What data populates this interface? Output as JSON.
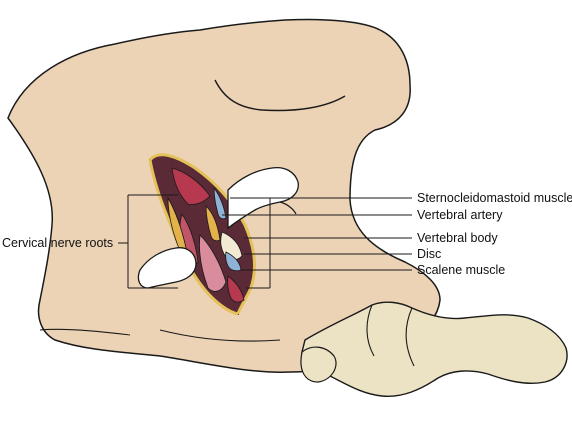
{
  "labels": {
    "cervical_nerve_roots": "Cervical nerve roots",
    "sternocleidomastoid_muscle": "Sternocleidomastoid muscle",
    "vertebral_artery": "Vertebral artery",
    "vertebral_body": "Vertebral body",
    "disc": "Disc",
    "scalene_muscle": "Scalene muscle"
  },
  "colors": {
    "skin": "#ecd3b5",
    "outline": "#1a1a1a",
    "bone": "#ece3c4",
    "muscle_red": "#b7394f",
    "muscle_pink": "#d98c9c",
    "vessel_blue": "#8fb3d6",
    "nerve_yellow": "#e3b24b",
    "retractor": "#ffffff"
  }
}
